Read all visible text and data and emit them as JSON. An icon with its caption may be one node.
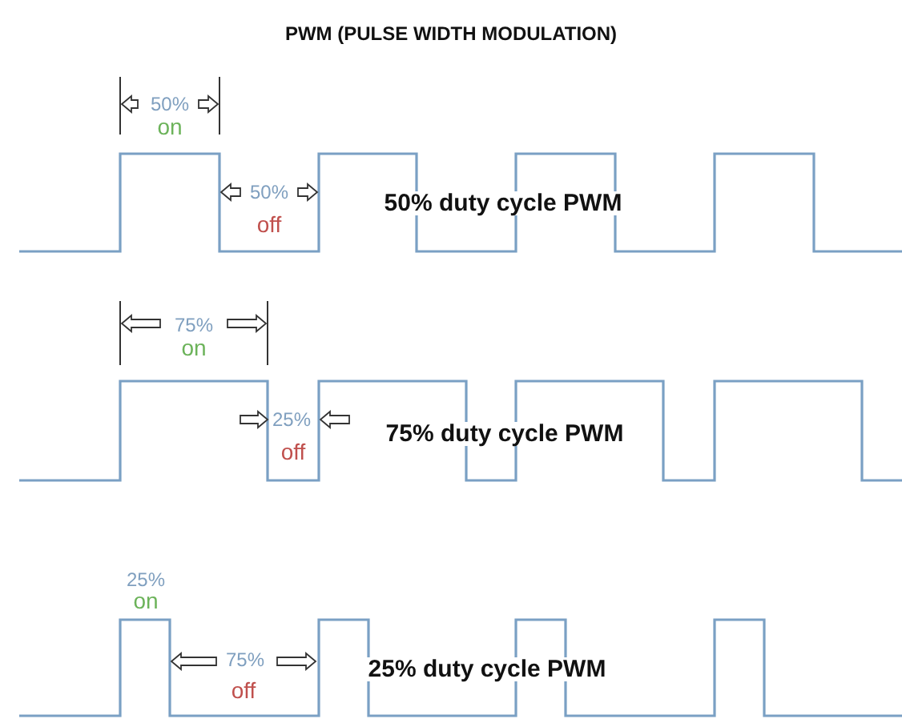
{
  "diagram": {
    "title": "PWM (PULSE WIDTH MODULATION)",
    "labels": [
      "50%",
      "on",
      "50%",
      "off",
      "50% duty cycle PWM",
      "75%",
      "on",
      "25%",
      "off",
      "75% duty cycle PWM",
      "25%",
      "on",
      "75%",
      "off",
      "25% duty cycle PWM"
    ]
  }
}
